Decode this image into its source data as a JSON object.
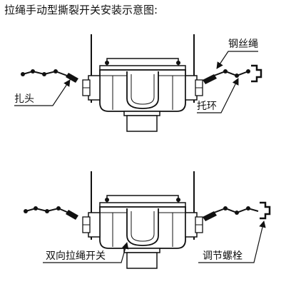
{
  "title": "拉绳手动型撕裂开关安装示意图:",
  "callouts": {
    "knot": "扎头",
    "wire_rope": "钢丝绳",
    "support_ring": "托环",
    "dual_pull_switch": "双向拉绳开关",
    "adjusting_bolt": "调节螺栓"
  }
}
